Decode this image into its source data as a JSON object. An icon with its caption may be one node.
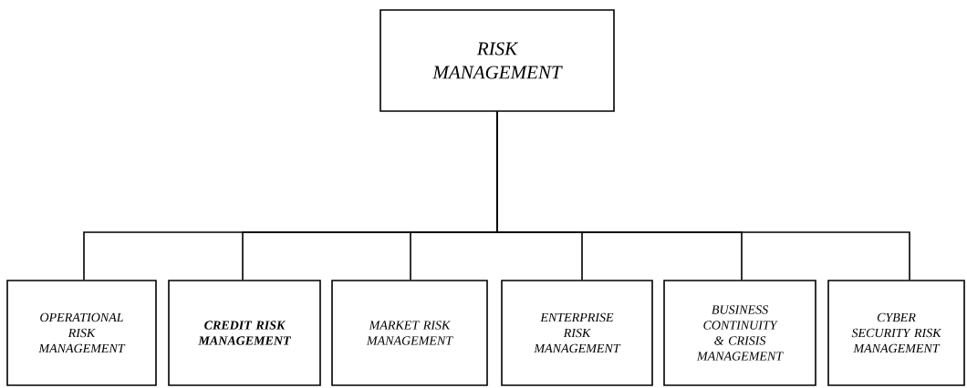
{
  "diagram": {
    "nodes": [
      {
        "text": [
          "RISK MANAGEMENT"
        ]
      },
      {
        "text": [
          "OPERATIONAL RISK MANAGEMENT"
        ]
      },
      {
        "text": [
          "CREDIT RISK MANAGEMENT"
        ]
      },
      {
        "text": [
          "MARKET RISK MANAGEMENT"
        ]
      },
      {
        "text": [
          "ENTERPRISE RISK MANAGEMENT"
        ]
      },
      {
        "text": [
          "BUSINESS CONTINUITY & CRISIS MANAGEMENT"
        ]
      },
      {
        "text": [
          "CYBER SECURITY RISK MANAGEMENT"
        ]
      }
    ],
    "edges": [
      {
        "from": 0,
        "to": 1,
        "arrow": "none"
      },
      {
        "from": 0,
        "to": 2,
        "arrow": "none"
      },
      {
        "from": 0,
        "to": 3,
        "arrow": "none"
      },
      {
        "from": 0,
        "to": 4,
        "arrow": "none"
      },
      {
        "from": 0,
        "to": 5,
        "arrow": "none"
      },
      {
        "from": 0,
        "to": 6,
        "arrow": "none"
      }
    ]
  }
}
